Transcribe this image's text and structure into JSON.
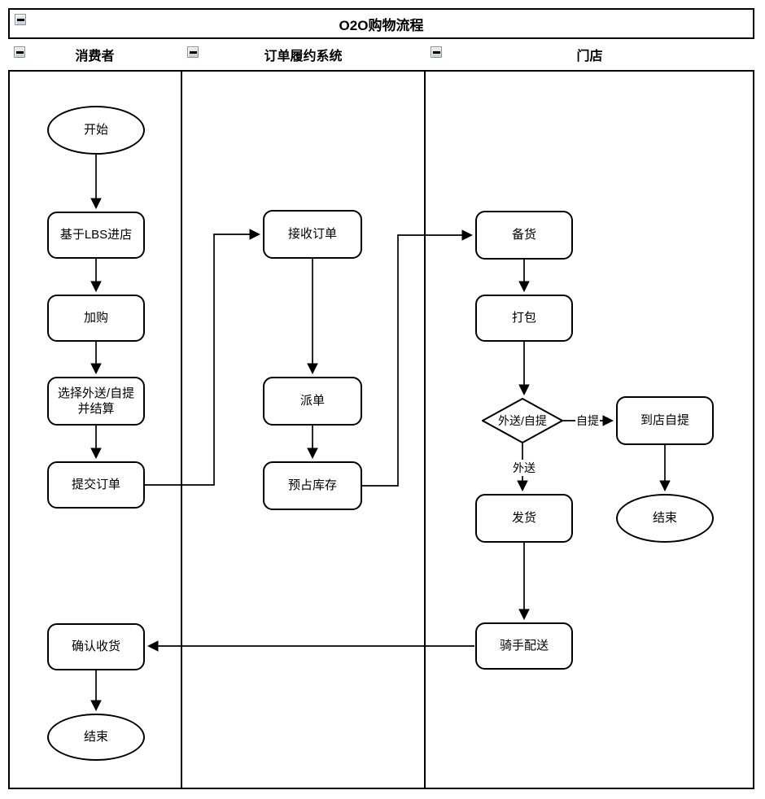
{
  "title": "O2O购物流程",
  "lanes": [
    {
      "label": "消费者"
    },
    {
      "label": "订单履约系统"
    },
    {
      "label": "门店"
    }
  ],
  "collapse_icon": {
    "name": "collapse-minus-icon",
    "glyph": "−"
  },
  "nodes": {
    "start": {
      "label": "开始",
      "type": "ellipse"
    },
    "lbs_enter": {
      "label": "基于LBS进店",
      "type": "process"
    },
    "add_cart": {
      "label": "加购",
      "type": "process"
    },
    "choose_mode": {
      "line1": "选择外送/自提",
      "line2": "并结算",
      "type": "process"
    },
    "submit_order": {
      "label": "提交订单",
      "type": "process"
    },
    "confirm_receipt": {
      "label": "确认收货",
      "type": "process"
    },
    "end_consumer": {
      "label": "结束",
      "type": "ellipse"
    },
    "receive_order": {
      "label": "接收订单",
      "type": "process"
    },
    "dispatch_order": {
      "label": "派单",
      "type": "process"
    },
    "reserve_stock": {
      "label": "预占库存",
      "type": "process"
    },
    "prepare_goods": {
      "label": "备货",
      "type": "process"
    },
    "pack": {
      "label": "打包",
      "type": "process"
    },
    "decision_delivery_or_pickup": {
      "label": "外送/自提",
      "type": "decision"
    },
    "pickup_at_store": {
      "label": "到店自提",
      "type": "process"
    },
    "end_store": {
      "label": "结束",
      "type": "ellipse"
    },
    "ship": {
      "label": "发货",
      "type": "process"
    },
    "rider_delivery": {
      "label": "骑手配送",
      "type": "process"
    }
  },
  "edge_labels": {
    "pickup": "自提",
    "delivery": "外送"
  },
  "colors": {
    "stroke": "#000000",
    "node_fill": "#ffffff",
    "collapse_bg": "#c9ced4"
  }
}
